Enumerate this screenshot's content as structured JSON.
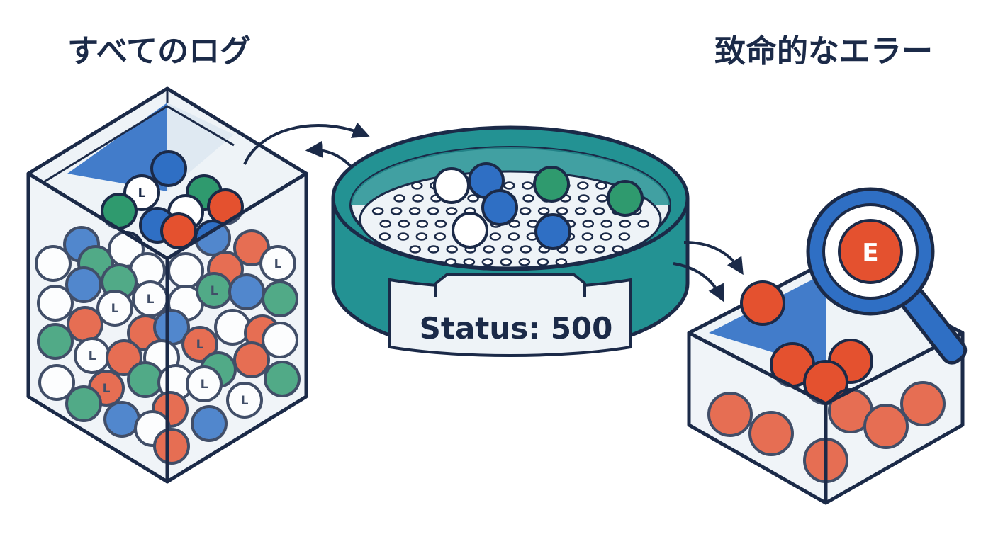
{
  "titles": {
    "left": "すべてのログ",
    "right": "致命的なエラー"
  },
  "filter": {
    "label": "Status: 500"
  },
  "ball_letter": "L",
  "error_badge": "E",
  "colors": {
    "navy": "#1b2a48",
    "blue": "#2f6fc4",
    "green": "#2f9a6e",
    "red": "#e4512f",
    "teal": "#239293",
    "glass": "#eef3f7"
  },
  "icons": [
    "curved-arrow-icon",
    "magnifier-icon"
  ]
}
